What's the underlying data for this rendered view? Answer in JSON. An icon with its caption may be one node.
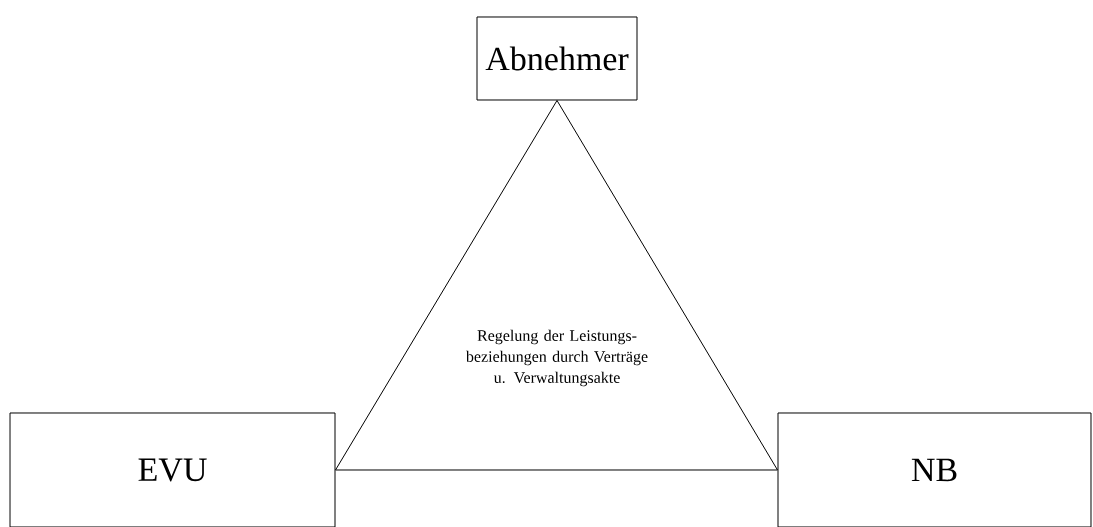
{
  "diagram": {
    "nodes": [
      {
        "text": [
          "Abnehmer"
        ]
      },
      {
        "text": [
          "EVU"
        ]
      },
      {
        "text": [
          "NB"
        ]
      }
    ],
    "edges": [
      {
        "from": 0,
        "to": 1,
        "arrow": "none"
      },
      {
        "from": 0,
        "to": 2,
        "arrow": "none"
      },
      {
        "from": 1,
        "to": 2,
        "arrow": "none"
      }
    ],
    "labels": [
      "Regelung der Leistungs-beziehungen durch Verträge u. Verwaltungsakte"
    ]
  }
}
